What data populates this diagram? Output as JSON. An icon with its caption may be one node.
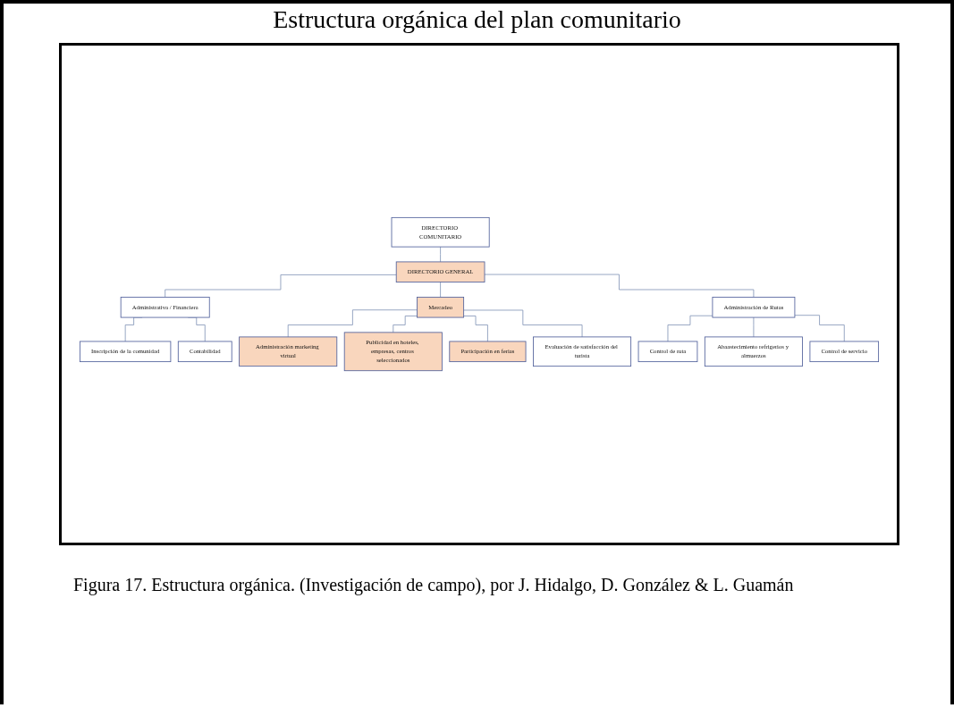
{
  "diagram": {
    "title": "Estructura orgánica del plan comunitario",
    "caption": "Figura 17. Estructura orgánica. (Investigación de campo), por J. Hidalgo, D. González & L. Guamán",
    "nodes": [
      {
        "text": [
          "DIRECTORIO COMUNITARIO"
        ]
      },
      {
        "text": [
          "DIRECTORIO GENERAL"
        ]
      },
      {
        "text": [
          "Administrativa / Financiera"
        ]
      },
      {
        "text": [
          "Mercadeo"
        ]
      },
      {
        "text": [
          "Administración de Rutas"
        ]
      },
      {
        "text": [
          "Inscripción de la comunidad"
        ]
      },
      {
        "text": [
          "Contabilidad"
        ]
      },
      {
        "text": [
          "Administración marketing virtual"
        ]
      },
      {
        "text": [
          "Publicidad en hoteles, empresas, centros seleccionados"
        ]
      },
      {
        "text": [
          "Participación en ferias"
        ]
      },
      {
        "text": [
          "Evaluación de satisfacción del turista"
        ]
      },
      {
        "text": [
          "Control de ruta"
        ]
      },
      {
        "text": [
          "Abaastecimiento refrigerios y almuerzos"
        ]
      },
      {
        "text": [
          "Control de servicio"
        ]
      }
    ],
    "edges": [
      {
        "from": 0,
        "to": 1,
        "arrow": "none"
      },
      {
        "from": 1,
        "to": 2,
        "arrow": "none"
      },
      {
        "from": 1,
        "to": 3,
        "arrow": "none"
      },
      {
        "from": 1,
        "to": 4,
        "arrow": "none"
      },
      {
        "from": 2,
        "to": 5,
        "arrow": "none"
      },
      {
        "from": 2,
        "to": 6,
        "arrow": "none"
      },
      {
        "from": 3,
        "to": 7,
        "arrow": "none"
      },
      {
        "from": 3,
        "to": 8,
        "arrow": "none"
      },
      {
        "from": 3,
        "to": 9,
        "arrow": "none"
      },
      {
        "from": 3,
        "to": 10,
        "arrow": "none"
      },
      {
        "from": 4,
        "to": 11,
        "arrow": "none"
      },
      {
        "from": 4,
        "to": 12,
        "arrow": "none"
      },
      {
        "from": 4,
        "to": 13,
        "arrow": "none"
      }
    ]
  }
}
